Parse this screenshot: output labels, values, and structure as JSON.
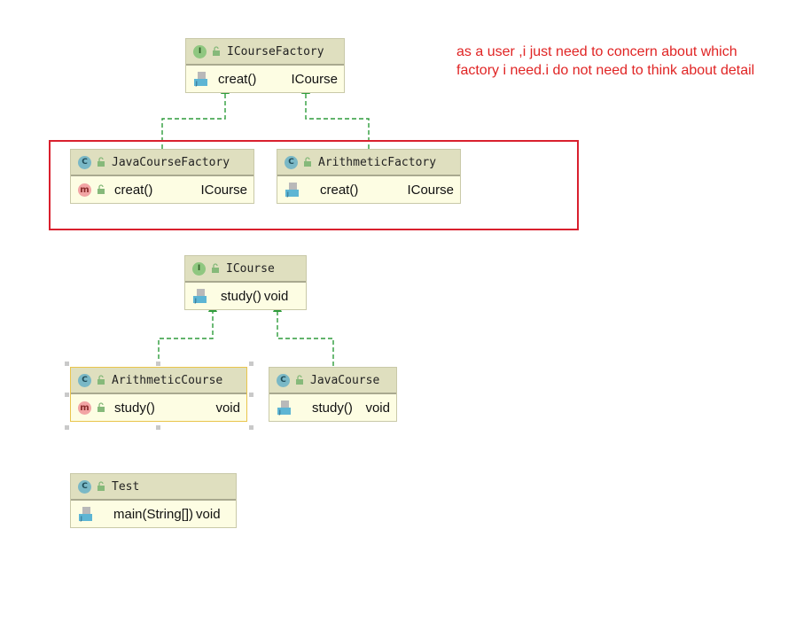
{
  "colors": {
    "header_bg": "#dfdfbf",
    "body_bg": "#fdfde3",
    "edge": "#2e9c3b",
    "frame": "#d9202e",
    "annotation": "#e02424",
    "selected_border": "#e9c54c"
  },
  "annotation": {
    "line1": "as a user ,i just need to concern about which",
    "line2": "factory i need.i do not need to think about detail"
  },
  "nodes": {
    "icoursefactory": {
      "badge": "I",
      "badge_icon": "interface-icon",
      "title": "ICourseFactory",
      "member": {
        "icon": "method-icon",
        "name": "creat()",
        "type": "ICourse"
      }
    },
    "javacoursefactory": {
      "badge": "C",
      "badge_icon": "class-icon",
      "title": "JavaCourseFactory",
      "member": {
        "icon": "method-badge-icon",
        "badge": "m",
        "name": "creat()",
        "type": "ICourse"
      }
    },
    "arithmeticfactory": {
      "badge": "C",
      "badge_icon": "class-icon",
      "title": "ArithmeticFactory",
      "member": {
        "icon": "method-icon",
        "name": "creat()",
        "type": "ICourse"
      }
    },
    "icourse": {
      "badge": "I",
      "badge_icon": "interface-icon",
      "title": "ICourse",
      "member": {
        "icon": "method-icon",
        "name": "study()",
        "type": "void"
      }
    },
    "arithmeticcourse": {
      "badge": "C",
      "badge_icon": "class-icon",
      "title": "ArithmeticCourse",
      "member": {
        "icon": "method-badge-icon",
        "badge": "m",
        "name": "study()",
        "type": "void"
      }
    },
    "javacourse": {
      "badge": "C",
      "badge_icon": "class-icon",
      "title": "JavaCourse",
      "member": {
        "icon": "method-icon",
        "name": "study()",
        "type": "void"
      }
    },
    "test": {
      "badge": "C",
      "badge_icon": "runnable-class-icon",
      "title": "Test",
      "member": {
        "icon": "method-icon",
        "name": "main(String[])",
        "type": "void"
      }
    }
  },
  "edges": [
    {
      "from": "javacoursefactory",
      "to": "icoursefactory",
      "kind": "implements"
    },
    {
      "from": "arithmeticfactory",
      "to": "icoursefactory",
      "kind": "implements"
    },
    {
      "from": "arithmeticcourse",
      "to": "icourse",
      "kind": "implements"
    },
    {
      "from": "javacourse",
      "to": "icourse",
      "kind": "implements"
    }
  ]
}
